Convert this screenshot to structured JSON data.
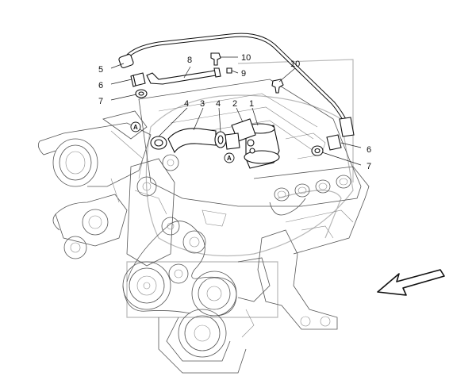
{
  "callouts": [
    {
      "id": "1",
      "label": "1"
    },
    {
      "id": "2",
      "label": "2"
    },
    {
      "id": "3",
      "label": "3"
    },
    {
      "id": "4a",
      "label": "4"
    },
    {
      "id": "4b",
      "label": "4"
    },
    {
      "id": "5",
      "label": "5"
    },
    {
      "id": "6a",
      "label": "6"
    },
    {
      "id": "6b",
      "label": "6"
    },
    {
      "id": "7a",
      "label": "7"
    },
    {
      "id": "7b",
      "label": "7"
    },
    {
      "id": "8",
      "label": "8"
    },
    {
      "id": "9",
      "label": "9"
    },
    {
      "id": "10a",
      "label": "10"
    },
    {
      "id": "10b",
      "label": "10"
    }
  ],
  "references": [
    {
      "id": "A1",
      "label": "A"
    },
    {
      "id": "A2",
      "label": "A"
    }
  ],
  "colors": {
    "line": "#111111",
    "engine": "#555555",
    "watermark": "#b8b8b8",
    "background": "#ffffff"
  },
  "icons": {
    "direction_arrow": "front-direction-arrow-icon"
  }
}
